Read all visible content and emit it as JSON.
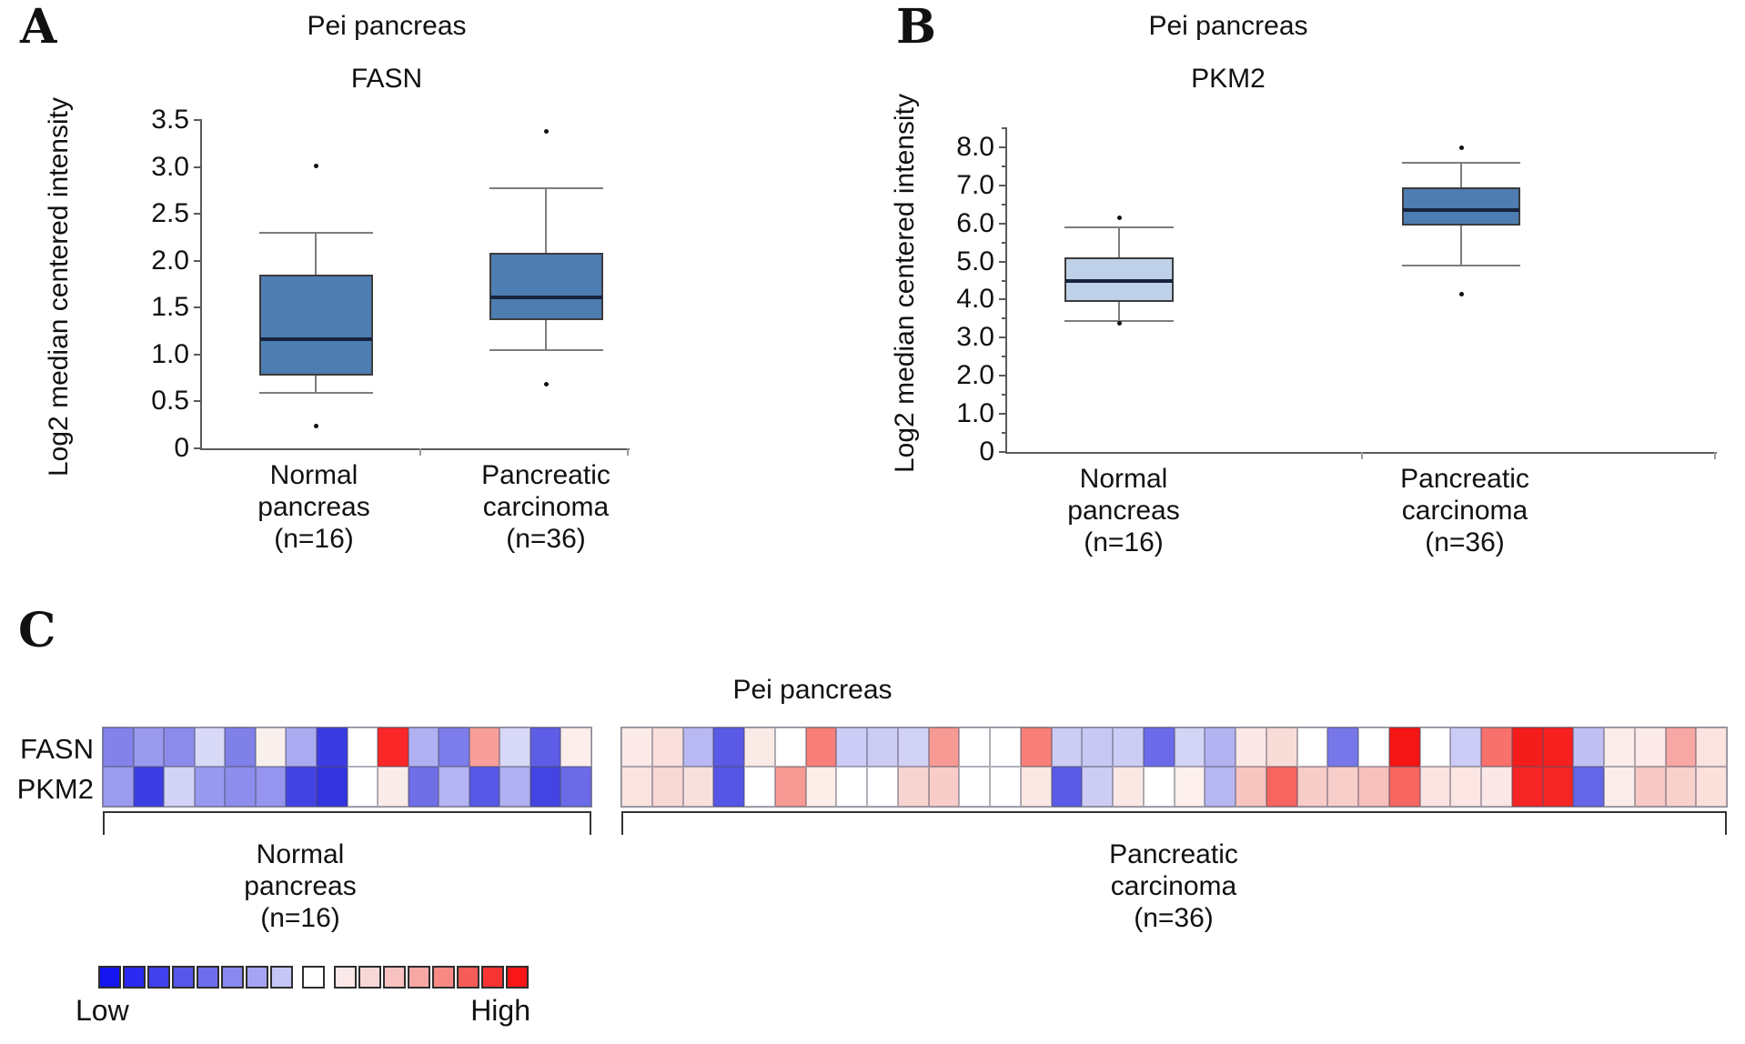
{
  "panels": {
    "a": {
      "label": "A",
      "title": "Pei pancreas",
      "subtitle": "FASN",
      "ylabel": "Log2 median centered intensity"
    },
    "b": {
      "label": "B",
      "title": "Pei pancreas",
      "subtitle": "PKM2",
      "ylabel": "Log2 median centered intensity"
    },
    "c": {
      "label": "C",
      "title": "Pei pancreas",
      "row_labels": [
        "FASN",
        "PKM2"
      ],
      "legend": {
        "low_label": "Low",
        "high_label": "High"
      }
    }
  },
  "colors": {
    "axis": "#5a5a5a",
    "whisker": "#7d7d7d",
    "box_border": "#3c3c3c",
    "median": "#17233e",
    "outlier": "#111111",
    "box_fill_dark": "#4d7db1",
    "box_fill_light": "#bed1e8"
  },
  "chart_data": [
    {
      "id": "A",
      "type": "box",
      "title": "Pei pancreas",
      "subtitle": "FASN",
      "ylabel": "Log2 median centered intensity",
      "ylim": [
        0,
        3.5
      ],
      "grid": false,
      "yticks": [
        {
          "v": 0,
          "label": "0"
        },
        {
          "v": 0.5,
          "label": "0.5"
        },
        {
          "v": 1.0,
          "label": "1.0"
        },
        {
          "v": 1.5,
          "label": "1.5"
        },
        {
          "v": 2.0,
          "label": "2.0"
        },
        {
          "v": 2.5,
          "label": "2.5"
        },
        {
          "v": 3.0,
          "label": "3.0"
        },
        {
          "v": 3.5,
          "label": "3.5"
        }
      ],
      "categories": [
        "Normal pancreas (n=16)",
        "Pancreatic carcinoma (n=36)"
      ],
      "series": [
        {
          "name": "Normal pancreas (n=16)",
          "n": 16,
          "label_lines": [
            "Normal",
            "pancreas",
            "(n=16)"
          ],
          "low_outliers": [
            0.24
          ],
          "whisker_low": 0.59,
          "q1": 0.78,
          "median": 1.16,
          "q3": 1.85,
          "whisker_high": 2.3,
          "high_outliers": [
            3.02
          ],
          "fill": "#4d7db1"
        },
        {
          "name": "Pancreatic carcinoma (n=36)",
          "n": 36,
          "label_lines": [
            "Pancreatic",
            "carcinoma",
            "(n=36)"
          ],
          "low_outliers": [
            0.69
          ],
          "whisker_low": 1.05,
          "q1": 1.37,
          "median": 1.61,
          "q3": 2.08,
          "whisker_high": 2.77,
          "high_outliers": [
            3.38
          ],
          "fill": "#4d7db1"
        }
      ]
    },
    {
      "id": "B",
      "type": "box",
      "title": "Pei pancreas",
      "subtitle": "PKM2",
      "ylabel": "Log2 median centered intensity",
      "ylim": [
        0,
        8.5
      ],
      "grid": false,
      "yticks": [
        {
          "v": 0,
          "label": "0"
        },
        {
          "v": 1.0,
          "label": "1.0"
        },
        {
          "v": 2.0,
          "label": "2.0"
        },
        {
          "v": 3.0,
          "label": "3.0"
        },
        {
          "v": 4.0,
          "label": "4.0"
        },
        {
          "v": 5.0,
          "label": "5.0"
        },
        {
          "v": 6.0,
          "label": "6.0"
        },
        {
          "v": 7.0,
          "label": "7.0"
        },
        {
          "v": 8.0,
          "label": "8.0"
        }
      ],
      "minor_yticks": [
        0.5,
        1.5,
        2.5,
        3.5,
        4.5,
        5.5,
        6.5,
        7.5,
        8.5
      ],
      "categories": [
        "Normal pancreas (n=16)",
        "Pancreatic carcinoma (n=36)"
      ],
      "series": [
        {
          "name": "Normal pancreas (n=16)",
          "n": 16,
          "label_lines": [
            "Normal",
            "pancreas",
            "(n=16)"
          ],
          "low_outliers": [
            3.4
          ],
          "whisker_low": 3.45,
          "q1": 3.95,
          "median": 4.5,
          "q3": 5.1,
          "whisker_high": 5.9,
          "high_outliers": [
            6.15
          ],
          "fill": "#bed1e8"
        },
        {
          "name": "Pancreatic carcinoma (n=36)",
          "n": 36,
          "label_lines": [
            "Pancreatic",
            "carcinoma",
            "(n=36)"
          ],
          "low_outliers": [
            4.15
          ],
          "whisker_low": 4.9,
          "q1": 5.95,
          "median": 6.35,
          "q3": 6.95,
          "whisker_high": 7.6,
          "high_outliers": [
            8.0
          ],
          "fill": "#4d7db1"
        }
      ]
    },
    {
      "id": "C",
      "type": "heatmap",
      "title": "Pei pancreas",
      "rows": [
        "FASN",
        "PKM2"
      ],
      "value_encoding": "color (blue = low expression, red = high expression)",
      "groups": [
        {
          "name": "Normal pancreas (n=16)",
          "n": 16,
          "label_lines": [
            "Normal",
            "pancreas",
            "(n=16)"
          ],
          "cells": {
            "FASN": [
              "#8282ea",
              "#9a9aef",
              "#8b8bec",
              "#d8d8f7",
              "#8080e9",
              "#f9efec",
              "#aaaaf0",
              "#3b3be2",
              "#ffffff",
              "#f92727",
              "#b0b0f2",
              "#7c7cea",
              "#f89f9a",
              "#d8d8f7",
              "#5d5de6",
              "#fdeeec"
            ],
            "PKM2": [
              "#9b9bf0",
              "#3d3de4",
              "#d2d2f6",
              "#9898f0",
              "#8d8dee",
              "#9595ef",
              "#4343e4",
              "#3333e0",
              "#ffffff",
              "#f9ebe7",
              "#6f6fe8",
              "#b5b5f3",
              "#5858e6",
              "#b0b0f2",
              "#4444e2",
              "#6b6be8"
            ]
          }
        },
        {
          "name": "Pancreatic carcinoma (n=36)",
          "n": 36,
          "label_lines": [
            "Pancreatic",
            "carcinoma",
            "(n=36)"
          ],
          "cells": {
            "FASN": [
              "#fbeae8",
              "#f9e0dd",
              "#b8b8f3",
              "#5a5ae6",
              "#faeae6",
              "#ffffff",
              "#f87f78",
              "#ccccf6",
              "#ccccf5",
              "#d2d2f6",
              "#f89a94",
              "#ffffff",
              "#ffffff",
              "#f87f78",
              "#ccccf5",
              "#c8c8f5",
              "#ccccf5",
              "#6b6bea",
              "#d4d4f6",
              "#b3b3f2",
              "#fbe8e6",
              "#f8dcd8",
              "#ffffff",
              "#7777ea",
              "#ffffff",
              "#f51515",
              "#ffffff",
              "#ccccf6",
              "#f8716c",
              "#f51c1c",
              "#f81f1f",
              "#c0c0f4",
              "#fbecea",
              "#fbeae8",
              "#f8a8a4",
              "#fbe4e0"
            ],
            "PKM2": [
              "#f9e4e0",
              "#f8d8d4",
              "#f8e0dc",
              "#5555e6",
              "#ffffff",
              "#f89a94",
              "#fdeeea",
              "#ffffff",
              "#ffffff",
              "#f8d4d0",
              "#f8ccc8",
              "#ffffff",
              "#ffffff",
              "#fbe8e4",
              "#5b5be8",
              "#ccccf5",
              "#fbe8e4",
              "#ffffff",
              "#fdf0ee",
              "#b7b7f3",
              "#f8c4c0",
              "#f86560",
              "#f8ccc8",
              "#f8cecb",
              "#f8c0bc",
              "#f86660",
              "#fbe4e2",
              "#fbe6e4",
              "#fbe8e6",
              "#f52525",
              "#f52525",
              "#6565e8",
              "#fbecea",
              "#f8c8c4",
              "#f8d0cc",
              "#fbe0dc"
            ]
          }
        }
      ],
      "legend": {
        "low_label": "Low",
        "high_label": "High",
        "colors": [
          "#1414f0",
          "#2a2af0",
          "#4040ec",
          "#5656ea",
          "#6e6eec",
          "#8888ee",
          "#a4a4f2",
          "#c6c6f6",
          "#ffffff",
          "#fbe9e9",
          "#f8d8d6",
          "#f8c2c0",
          "#f8a8a4",
          "#f88a86",
          "#f85c58",
          "#f83434",
          "#f81616"
        ]
      }
    }
  ]
}
